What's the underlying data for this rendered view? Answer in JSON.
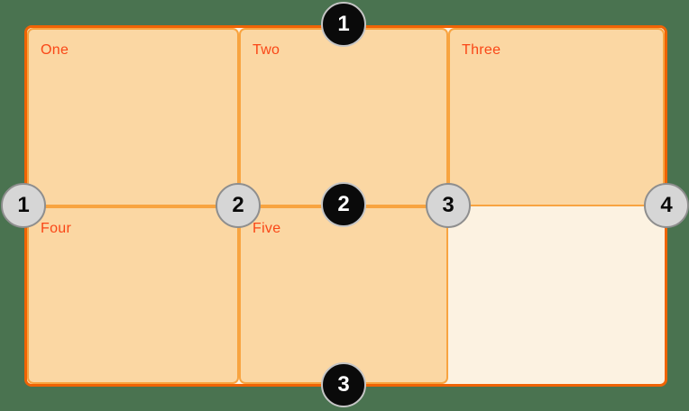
{
  "diagram": {
    "description_cells": [
      {
        "label": "One"
      },
      {
        "label": "Two"
      },
      {
        "label": "Three"
      },
      {
        "label": "Four"
      },
      {
        "label": "Five"
      },
      {
        "label": ""
      }
    ],
    "row_line_markers": [
      {
        "label": "1"
      },
      {
        "label": "2"
      },
      {
        "label": "3"
      }
    ],
    "column_line_markers": [
      {
        "label": "1"
      },
      {
        "label": "2"
      },
      {
        "label": "3"
      },
      {
        "label": "4"
      }
    ],
    "colors": {
      "page_background": "#4A7350",
      "container_border": "#EF6305",
      "container_background": "#FCF2E1",
      "cell_border": "#F8A440",
      "cell_background": "#FBD7A3",
      "cell_label": "#FA4616",
      "row_marker_background": "#0A0A0A",
      "row_marker_ring": "#C5C5C5",
      "row_marker_text": "#FFFFFF",
      "column_marker_background": "#D6D6D6",
      "column_marker_ring": "#8E8E8E",
      "column_marker_text": "#0A0A0A"
    }
  }
}
